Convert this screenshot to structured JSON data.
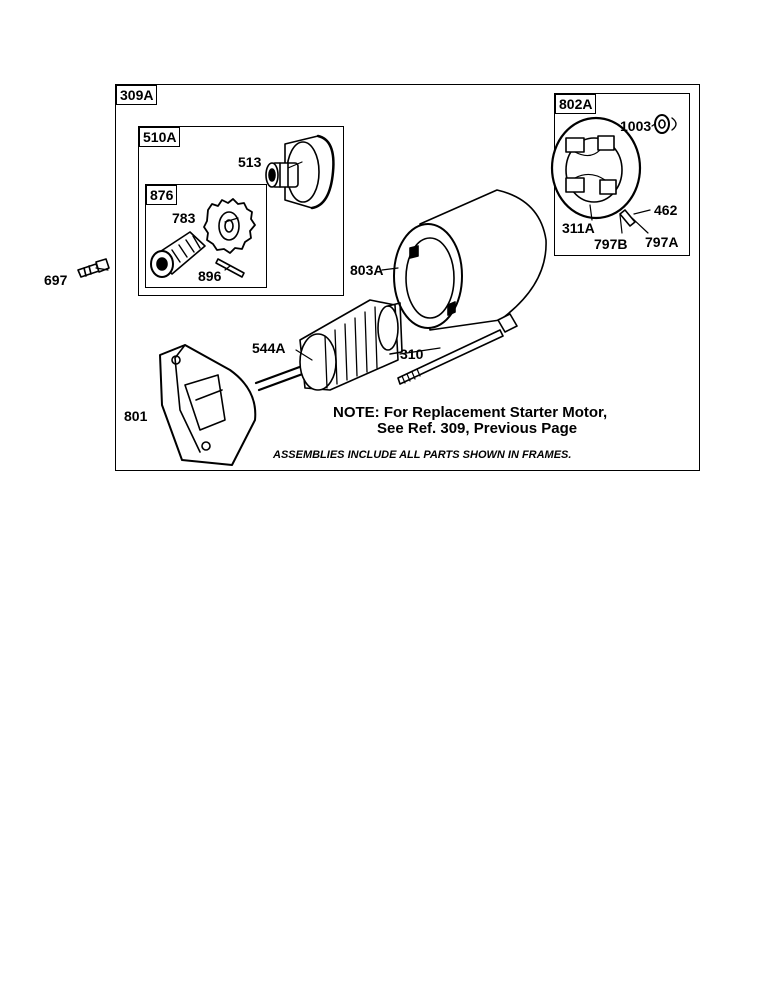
{
  "frames": {
    "main": "309A",
    "drive_assembly": "510A",
    "pinion_kit": "876",
    "brush_assembly": "802A"
  },
  "callouts": {
    "p513": "513",
    "p783": "783",
    "p896": "896",
    "p697": "697",
    "p803a": "803A",
    "p544a": "544A",
    "p310": "310",
    "p801": "801",
    "p1003": "1003",
    "p462": "462",
    "p311a": "311A",
    "p797b": "797B",
    "p797a": "797A"
  },
  "note": {
    "line1": "NOTE: For Replacement Starter Motor,",
    "line2": "See Ref. 309, Previous Page"
  },
  "footer": "ASSEMBLIES INCLUDE ALL PARTS SHOWN IN FRAMES."
}
